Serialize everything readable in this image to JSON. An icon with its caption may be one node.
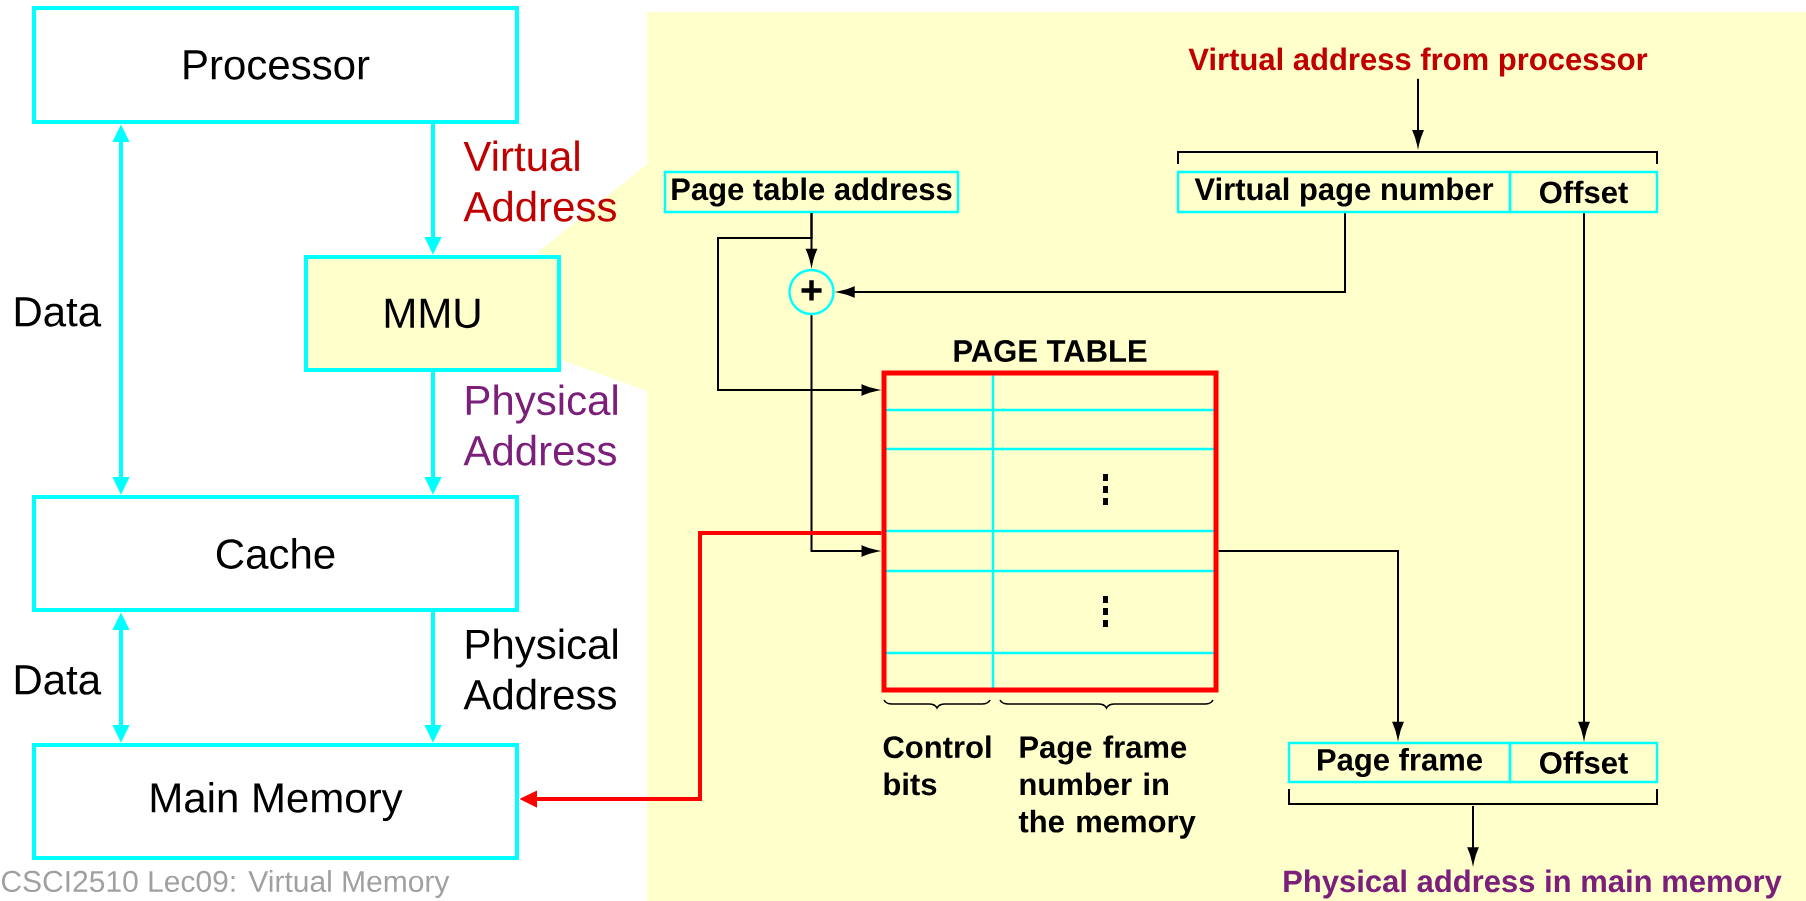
{
  "diagram": {
    "nodes": [
      {
        "text": [
          "Processor"
        ]
      },
      {
        "text": [
          "MMU"
        ]
      },
      {
        "text": [
          "Cache"
        ]
      },
      {
        "text": [
          "Main Memory"
        ]
      },
      {
        "text": [
          "Page table address"
        ]
      },
      {
        "text": [
          "Virtual page number"
        ]
      },
      {
        "text": [
          "Offset"
        ]
      },
      {
        "text": [
          "+"
        ]
      },
      {
        "text": [
          "PAGE TABLE"
        ]
      },
      {
        "text": [
          "Page frame"
        ]
      },
      {
        "text": [
          "Offset"
        ]
      },
      {
        "text": [
          "Virtual address from processor"
        ]
      },
      {
        "text": [
          "Physical address in main memory"
        ]
      }
    ],
    "edges": [
      {
        "from": 0,
        "to": 2,
        "arrow": "both",
        "color": "#00ffff"
      },
      {
        "from": 0,
        "to": 1,
        "arrow": "to",
        "label": "Virtual Address",
        "color": "#00ffff"
      },
      {
        "from": 1,
        "to": 2,
        "arrow": "to",
        "label": "Physical Address",
        "color": "#00ffff"
      },
      {
        "from": 2,
        "to": 3,
        "arrow": "both",
        "color": "#00ffff"
      },
      {
        "from": 2,
        "to": 3,
        "arrow": "to",
        "label": "Physical Address",
        "color": "#00ffff"
      },
      {
        "from": 4,
        "to": 7,
        "arrow": "to"
      },
      {
        "from": 4,
        "to": 8,
        "arrow": "to"
      },
      {
        "from": 5,
        "to": 7,
        "arrow": "to"
      },
      {
        "from": 7,
        "to": 8,
        "arrow": "to"
      },
      {
        "from": 8,
        "to": 9,
        "arrow": "to"
      },
      {
        "from": 6,
        "to": 10,
        "arrow": "to"
      },
      {
        "from": 11,
        "to": null,
        "arrow": "to"
      },
      {
        "from": null,
        "to": 12,
        "arrow": "to"
      },
      {
        "from": 8,
        "to": 3,
        "arrow": "to",
        "color": "#ff0000"
      }
    ],
    "labels": [
      "Data",
      "Data",
      "Control bits",
      "Page frame number in the memory",
      "CSCI2510 Lec09: Virtual Memory"
    ]
  }
}
